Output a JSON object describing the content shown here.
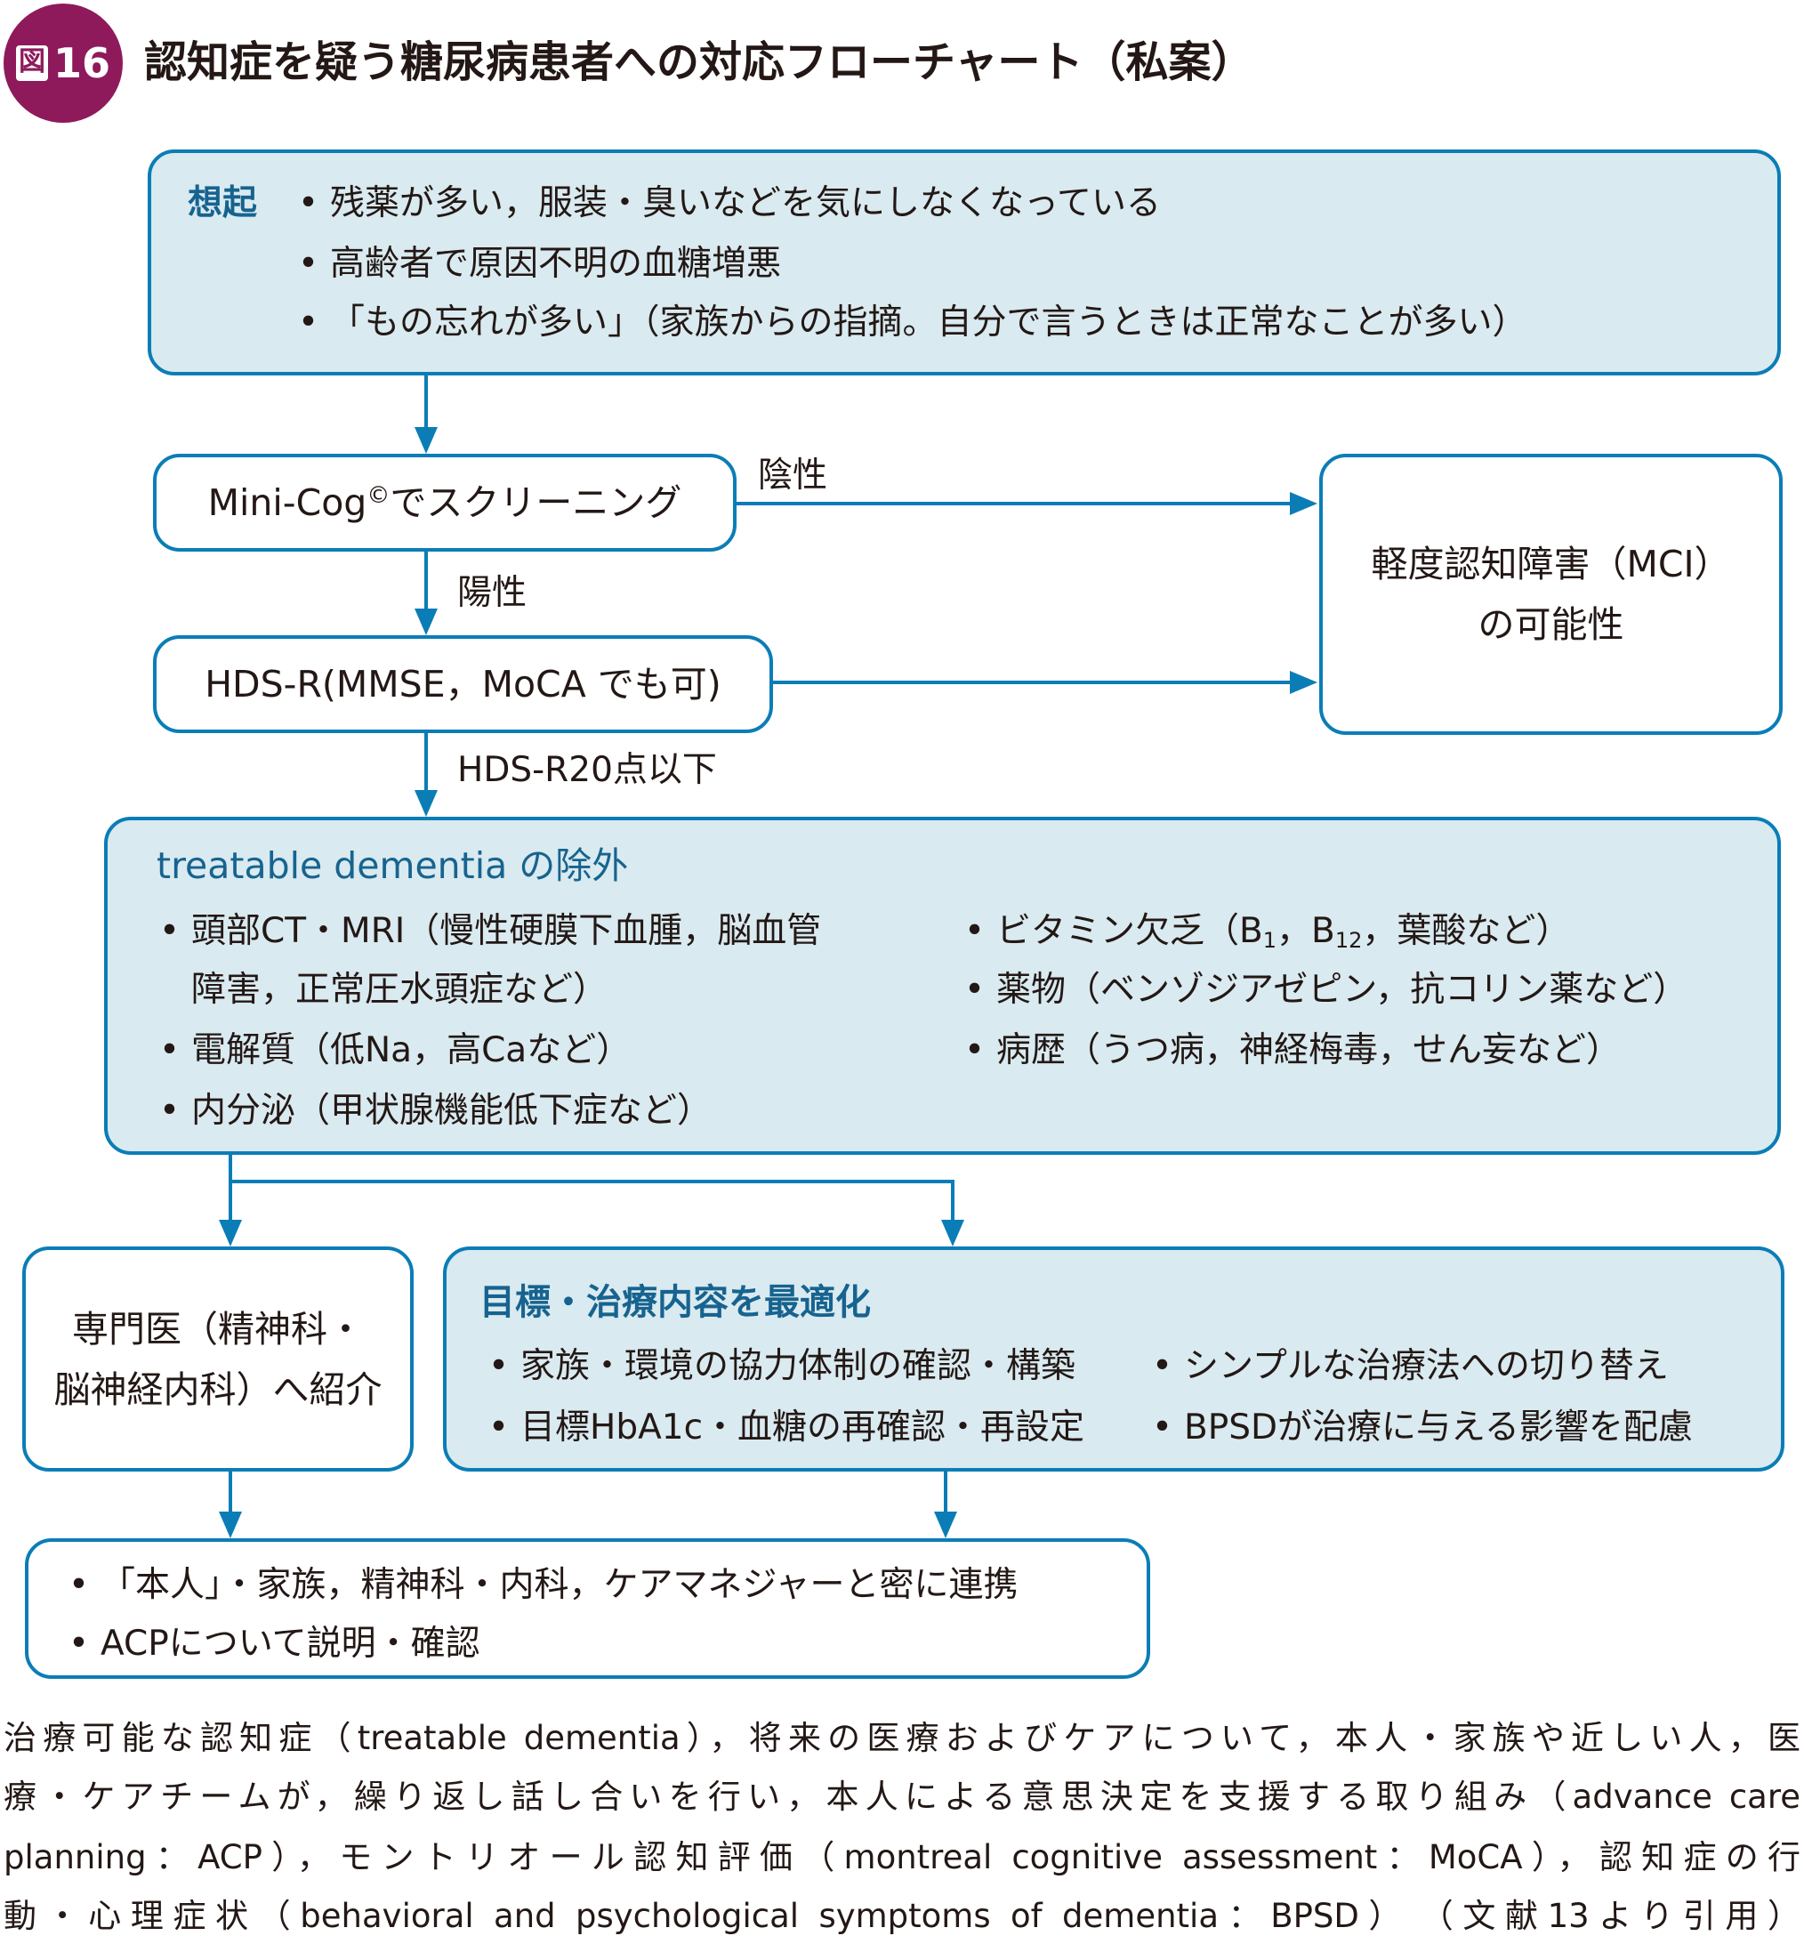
{
  "figure": {
    "badge_prefix": "図",
    "badge_number": "16",
    "title": "認知症を疑う糖尿病患者への対応フローチャート（私案）"
  },
  "bullet": "•",
  "colors": {
    "badge": "#8E1A5C",
    "border_and_arrows": "#0B7DB6",
    "box_fill": "#D9EAF0",
    "heading_text": "#17638F",
    "body_text": "#231815"
  },
  "flow": {
    "recall_box": {
      "label": "想起",
      "items": [
        "残薬が多い，服装・臭いなどを気にしなくなっている",
        "高齢者で原因不明の血糖増悪",
        "「もの忘れが多い」（家族からの指摘。自分で言うときは正常なことが多い）"
      ]
    },
    "screening_box": {
      "text_before": "Mini-Cog",
      "superscript": "©",
      "text_after": "でスクリーニング"
    },
    "negative_label": "陰性",
    "positive_label": "陽性",
    "mci_box": {
      "lines": [
        "軽度認知障害（MCI）",
        "の可能性"
      ]
    },
    "hdsr_box": {
      "text": "HDS-R(MMSE，MoCA でも可)"
    },
    "threshold_label": "HDS-R20点以下",
    "treatable_box": {
      "title": "treatable dementia の除外",
      "left_items": [
        {
          "lines": [
            "頭部CT・MRI（慢性硬膜下血腫，脳血管",
            "障害，正常圧水頭症など）"
          ]
        },
        {
          "lines": [
            "電解質（低Na，高Caなど）"
          ]
        },
        {
          "lines": [
            "内分泌（甲状腺機能低下症など）"
          ]
        }
      ],
      "right_items": [
        {
          "parts": [
            "ビタミン欠乏（B",
            "1",
            "，B",
            "12",
            "，葉酸など）"
          ]
        },
        {
          "text": "薬物（ベンゾジアゼピン，抗コリン薬など）"
        },
        {
          "text": "病歴（うつ病，神経梅毒，せん妄など）"
        }
      ]
    },
    "specialist_box": {
      "lines": [
        "専門医（精神科・",
        "脳神経内科）へ紹介"
      ]
    },
    "optimize_box": {
      "title": "目標・治療内容を最適化",
      "left_items": [
        "家族・環境の協力体制の確認・構築",
        "目標HbA1c・血糖の再確認・再設定"
      ],
      "right_items": [
        "シンプルな治療法への切り替え",
        "BPSDが治療に与える影響を配慮"
      ]
    },
    "collaboration_box": {
      "items": [
        "「本人」・家族，精神科・内科，ケアマネジャーと密に連携",
        "ACPについて説明・確認"
      ]
    }
  },
  "caption": {
    "lines": [
      "治療可能な認知症（treatable dementia），将来の医療およびケアについて，本人・家族や近しい人，医",
      "療・ケアチームが，繰り返し話し合いを行い，本人による意思決定を支援する取り組み（advance care",
      "planning：ACP），モントリオール認知評価（montreal cognitive assessment：MoCA），認知症の行",
      "動・心理症状（behavioral and psychological symptoms of dementia：BPSD）　（文献13より引用）"
    ]
  }
}
